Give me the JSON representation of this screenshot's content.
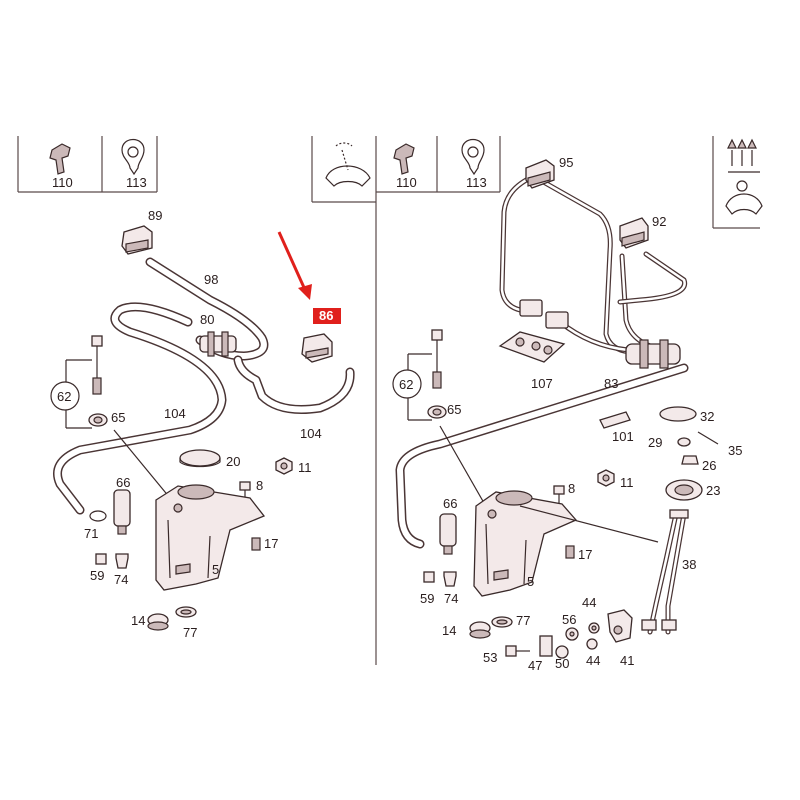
{
  "labels": {
    "l110": "110",
    "l113": "113",
    "l89": "89",
    "l98": "98",
    "l86": "86",
    "l80": "80",
    "l104a": "104",
    "l104b": "104",
    "l62": "62",
    "l65": "65",
    "l20": "20",
    "l11": "11",
    "l8": "8",
    "l66": "66",
    "l71": "71",
    "l17": "17",
    "l5": "5",
    "l59": "59",
    "l74": "74",
    "l14": "14",
    "l77": "77",
    "r110": "110",
    "r113": "113",
    "r95": "95",
    "r92": "92",
    "r107": "107",
    "r83": "83",
    "r62": "62",
    "r65": "65",
    "r101": "101",
    "r32": "32",
    "r29": "29",
    "r35": "35",
    "r26": "26",
    "r23": "23",
    "r11": "11",
    "r8": "8",
    "r66": "66",
    "r17": "17",
    "r5": "5",
    "r38": "38",
    "r59": "59",
    "r74": "74",
    "r14": "14",
    "r77": "77",
    "r56": "56",
    "r44a": "44",
    "r53": "53",
    "r47": "47",
    "r50": "50",
    "r44b": "44",
    "r41": "41"
  },
  "highlight": {
    "part": "86",
    "color": "#e0201c"
  },
  "colors": {
    "line": "#3a2a2a",
    "part_fill": "#f3e9e9",
    "accent": "#e0201c"
  },
  "icons": [
    "clip-icon",
    "cable-tie-icon",
    "windshield-washer-icon",
    "heated-nozzle-icon"
  ]
}
